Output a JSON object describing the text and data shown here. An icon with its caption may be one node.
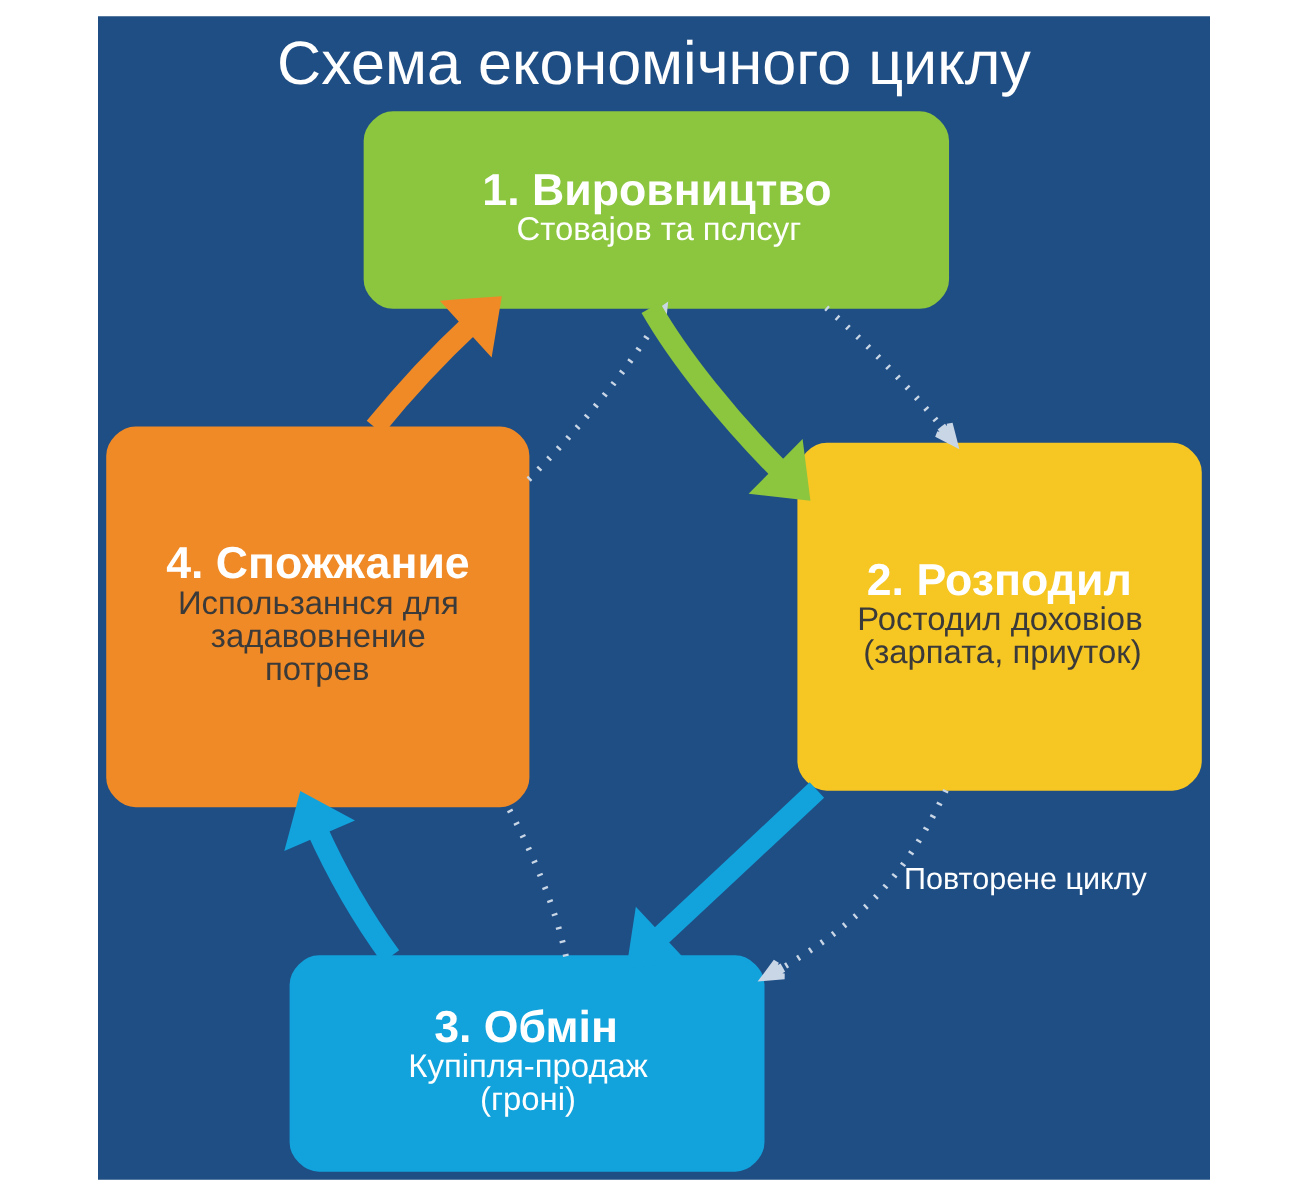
{
  "diagram": {
    "title": "Схема економічного циклу",
    "nodes": [
      {
        "text": [
          "1. Вировництво",
          "Стоваjов та пслсуг"
        ]
      },
      {
        "text": [
          "2. Розподил",
          "Ростодил доховіов (зарпата, приуток)"
        ]
      },
      {
        "text": [
          "3. Обмін",
          "Купіпля-продаж (гроні)"
        ]
      },
      {
        "text": [
          "4. Спожжание",
          "Использаннся для задавовнение потрев"
        ]
      }
    ],
    "edges": [
      {
        "from": 0,
        "to": 1,
        "arrow": "to",
        "style": "thick",
        "color": "#8cc63f"
      },
      {
        "from": 1,
        "to": 2,
        "arrow": "to",
        "style": "thick",
        "color": "#12a3dc"
      },
      {
        "from": 2,
        "to": 3,
        "arrow": "to",
        "style": "thick",
        "color": "#12a3dc"
      },
      {
        "from": 3,
        "to": 0,
        "arrow": "to",
        "style": "thick",
        "color": "#f08a26"
      },
      {
        "from": 3,
        "to": 0,
        "arrow": "to",
        "style": "dashed"
      },
      {
        "from": 0,
        "to": 1,
        "arrow": "to",
        "style": "dashed"
      },
      {
        "from": 1,
        "to": 2,
        "arrow": "to",
        "style": "dashed",
        "label": "Повторене циклу"
      },
      {
        "from": 2,
        "to": 3,
        "arrow": "none",
        "style": "dashed"
      }
    ]
  }
}
